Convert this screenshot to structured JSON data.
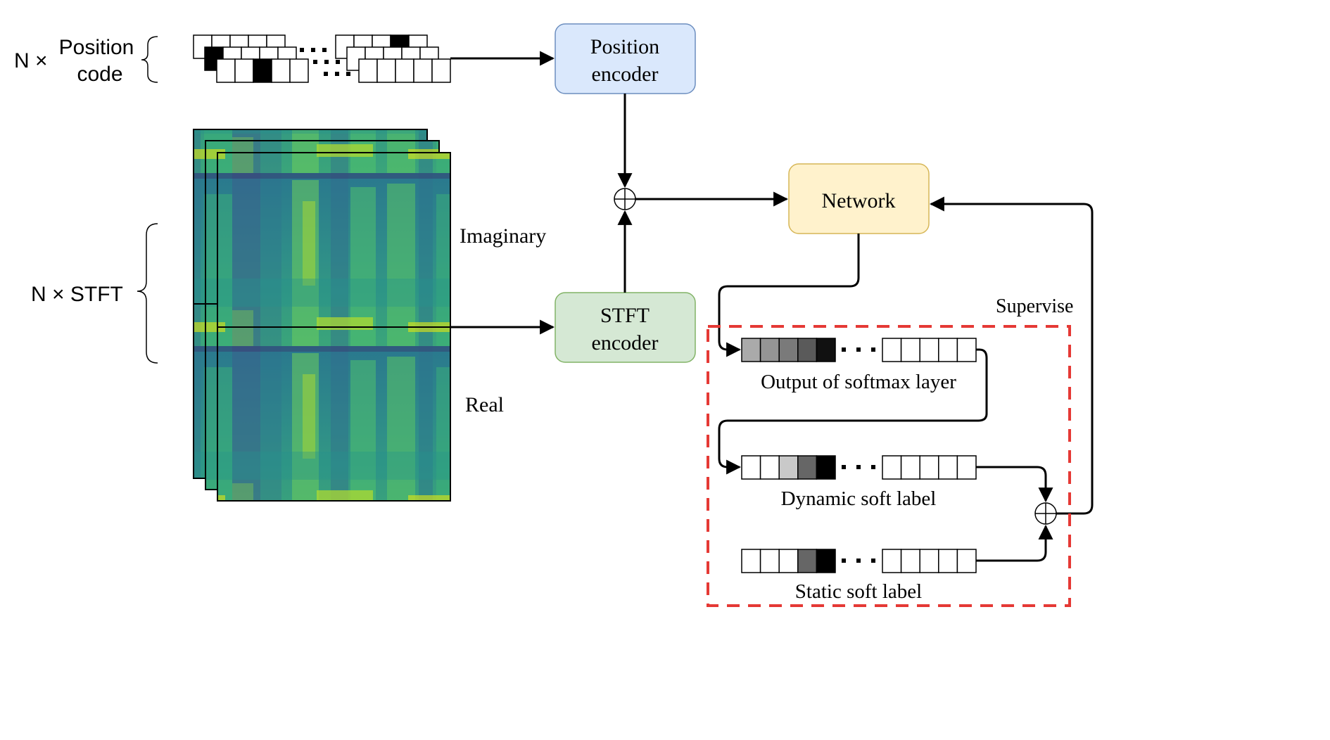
{
  "labels": {
    "n_times": "N ×",
    "position_line1": "Position",
    "position_line2": "code",
    "n_stft": "N × STFT",
    "imaginary": "Imaginary",
    "real": "Real",
    "position_encoder_line1": "Position",
    "position_encoder_line2": "encoder",
    "stft_encoder_line1": "STFT",
    "stft_encoder_line2": "encoder",
    "network": "Network",
    "supervise": "Supervise",
    "output_softmax": "Output of softmax layer",
    "dynamic_soft_label": "Dynamic soft label",
    "static_soft_label": "Static soft label"
  },
  "colors": {
    "position_encoder_fill": "#dae8fc",
    "position_encoder_stroke": "#6c8ebf",
    "stft_encoder_fill": "#d5e8d4",
    "stft_encoder_stroke": "#82b366",
    "network_fill": "#fff2cc",
    "network_stroke": "#d6b656",
    "supervise_box": "#e53935"
  },
  "label_vectors": {
    "softmax_cells": [
      "#aaaaaa",
      "#959595",
      "#7a7a7a",
      "#5a5a5a",
      "#111111"
    ],
    "dynamic_cells": [
      "#ffffff",
      "#ffffff",
      "#c9c9c9",
      "#666666",
      "#000000"
    ],
    "static_cells": [
      "#ffffff",
      "#ffffff",
      "#ffffff",
      "#666666",
      "#000000"
    ]
  }
}
